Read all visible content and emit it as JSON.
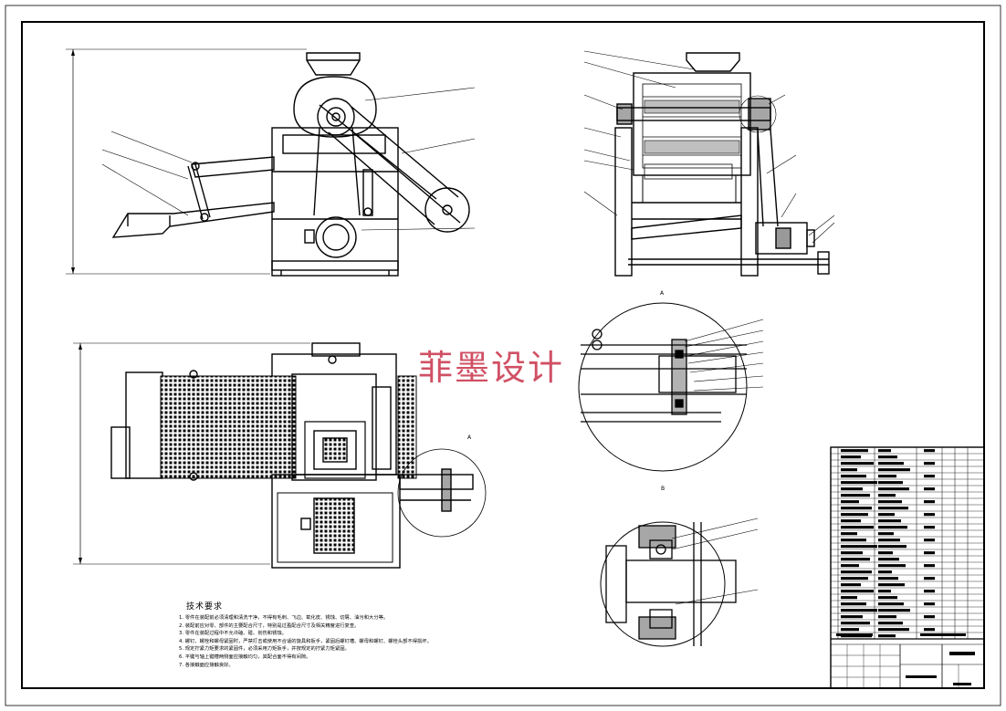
{
  "drawing": {
    "watermark": "菲墨设计",
    "section_a_label": "A",
    "section_b_label": "B",
    "detail_callout_label": "A",
    "technical_requirements": {
      "title": "技术要求",
      "lines": [
        "1. 零件在装配前必须清理和清洗干净，不得有毛刺、飞边、氧化皮、锈蚀、切屑、油污和大分等。",
        "2. 装配前应对零、部件的主要配合尺寸，特别是过盈配合尺寸及相关精度进行复查。",
        "3. 零件在装配过程中不允许磕、碰、划伤和锈蚀。",
        "4. 螺钉、螺栓和螺母紧固时，严禁打击或使用不合适的旋具和扳手，紧固后螺钉槽、螺母和螺钉、螺栓头部不得损坏。",
        "5. 规定拧紧力矩要求的紧固件，必须采用力矩扳手，并按规定的拧紧力矩紧固。",
        "6. 平键与轴上键槽两侧面应接触均匀，其配合面不得有间隙。",
        "7. 各接触面应接触良好。"
      ]
    }
  }
}
